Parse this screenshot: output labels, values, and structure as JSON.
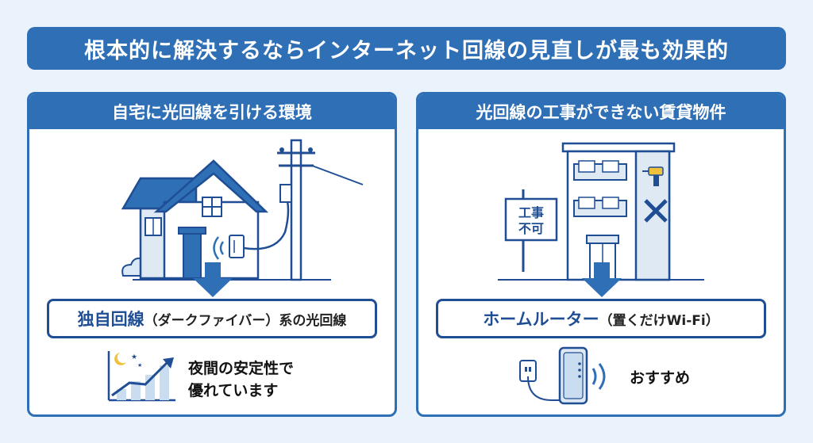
{
  "banner": {
    "title": "根本的に解決するならインターネット回線の見直しが最も効果的"
  },
  "left": {
    "header": "自宅に光回線を引ける環境",
    "solution_main": "独自回線",
    "solution_sub": "（ダークファイバー）系の光回線",
    "feature_line1": "夜間の安定性で",
    "feature_line2": "優れています"
  },
  "right": {
    "header": "光回線の工事ができない賃貸物件",
    "sign_line1": "工事",
    "sign_line2": "不可",
    "solution_main": "ホームルーター",
    "solution_sub": "（置くだけWi-Fi）",
    "feature": "おすすめ"
  },
  "colors": {
    "primary": "#2e6fb5",
    "dark": "#1f4e94",
    "background": "#eaf3fb"
  }
}
